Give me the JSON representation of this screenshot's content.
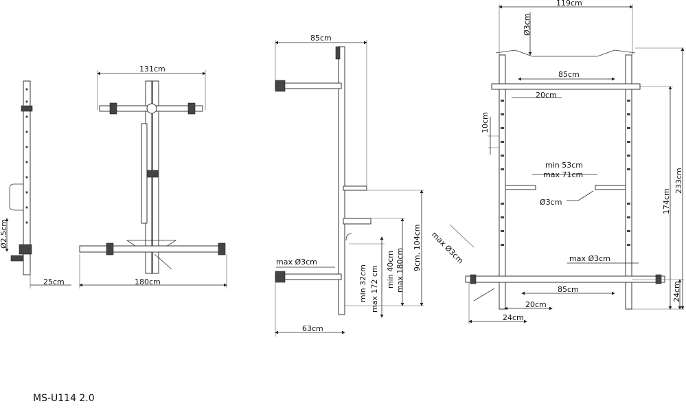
{
  "model": "MS-U114 2.0",
  "side_view": {
    "diameter": "Ø2.5cm",
    "depth": "25cm"
  },
  "front_view": {
    "top_width": "131cm",
    "base_width": "180cm"
  },
  "profile_view": {
    "top_depth": "85cm",
    "pin_diameter": "max Ø3cm",
    "base_depth": "63cm",
    "hook_range_min": "min 32cm",
    "hook_range_max": "max 172 cm",
    "safety_range_min": "min 40cm",
    "safety_range_max": "max 180cm",
    "base_heights": "9cm, 104cm"
  },
  "rack_view": {
    "total_width": "119cm",
    "pullup_diameter": "Ø3cm",
    "inner_width_top": "85cm",
    "offset_top": "20cm",
    "hole_spacing": "10cm",
    "dip_min": "min 53cm",
    "dip_max": "max 71cm",
    "dip_diameter": "Ø3cm",
    "bar_holder": "max Ø3cm",
    "inner_width_bottom": "85cm",
    "offset_bottom": "20cm",
    "foot_offset": "24cm",
    "tube_holder": "max Ø3cm",
    "height_174": "174cm",
    "height_233": "233cm",
    "height_24": "24cm"
  }
}
